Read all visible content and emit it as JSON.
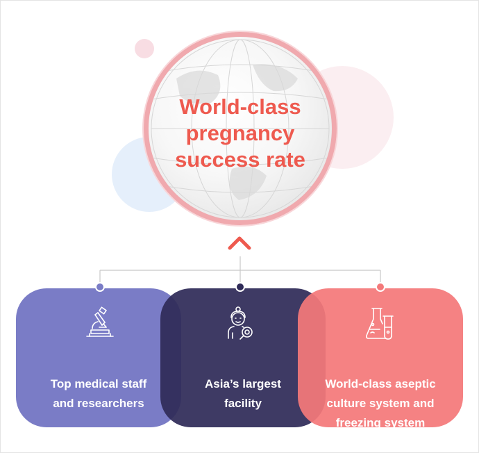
{
  "main": {
    "title": "World-class\npregnancy\nsuccess rate"
  },
  "features": [
    {
      "label": "Top medical staff\nand researchers",
      "icon": "microscope-icon",
      "color": "#7a7cc6"
    },
    {
      "label": "Asia’s largest\nfacility",
      "icon": "researcher-magnifier-icon",
      "color": "#2f2b58"
    },
    {
      "label": "World-class aseptic\nculture system and\nfreezing system",
      "icon": "flask-test-tube-icon",
      "color": "#f4797a"
    }
  ],
  "colors": {
    "accent": "#ee5a4f",
    "circle_border": "#f0a9ae"
  }
}
